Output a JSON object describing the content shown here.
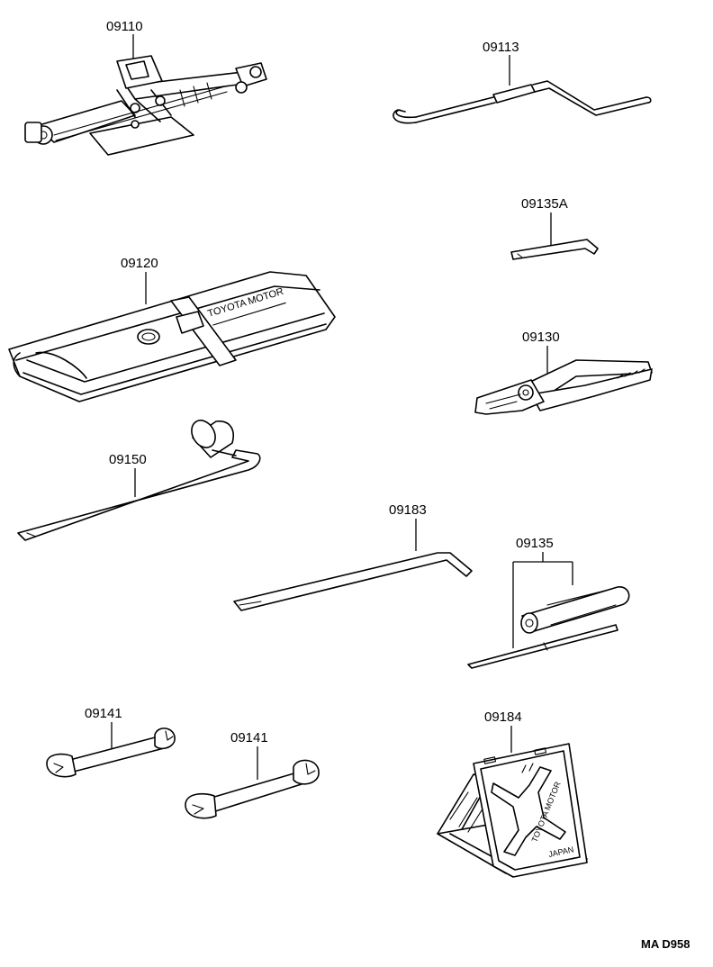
{
  "parts": {
    "jack": {
      "label": "09110"
    },
    "jack_handle": {
      "label": "09113"
    },
    "hex_wrench": {
      "label": "09135A"
    },
    "tool_bag": {
      "label": "09120",
      "stamp_line1": "TOYOTA MOTOR"
    },
    "pliers": {
      "label": "09130"
    },
    "wheel_nut_wrench": {
      "label": "09150"
    },
    "jack_handle_bar": {
      "label": "09183"
    },
    "screwdriver": {
      "label": "09135"
    },
    "wrench_a": {
      "label": "09141"
    },
    "wrench_b": {
      "label": "09141"
    },
    "wheel_chock": {
      "label": "09184",
      "stamp_line1": "TOYOTA MOTOR",
      "stamp_line2": "JAPAN"
    }
  },
  "reference_code": "MA D958"
}
